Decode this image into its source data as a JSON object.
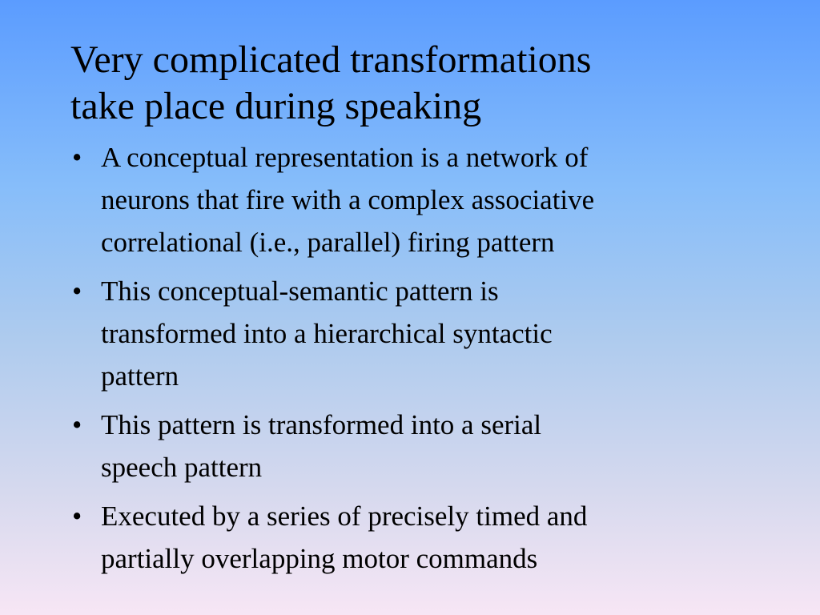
{
  "slide": {
    "title_lines": [
      "Very complicated transformations",
      "take place during speaking"
    ],
    "bullet_glyph": "•",
    "bullets": [
      {
        "lines": [
          "A conceptual representation is a network of",
          "neurons that fire with a complex associative",
          "correlational (i.e., parallel) firing pattern"
        ]
      },
      {
        "lines": [
          "This conceptual-semantic pattern is",
          "transformed into a hierarchical syntactic",
          "pattern"
        ]
      },
      {
        "lines": [
          "This pattern is transformed into a serial",
          "speech pattern"
        ]
      },
      {
        "lines": [
          "Executed by a series of precisely timed and",
          "partially overlapping motor commands"
        ]
      }
    ]
  },
  "colors": {
    "background_top": "#5b9cff",
    "background_bottom": "#f7e6f5",
    "text": "#000000"
  }
}
